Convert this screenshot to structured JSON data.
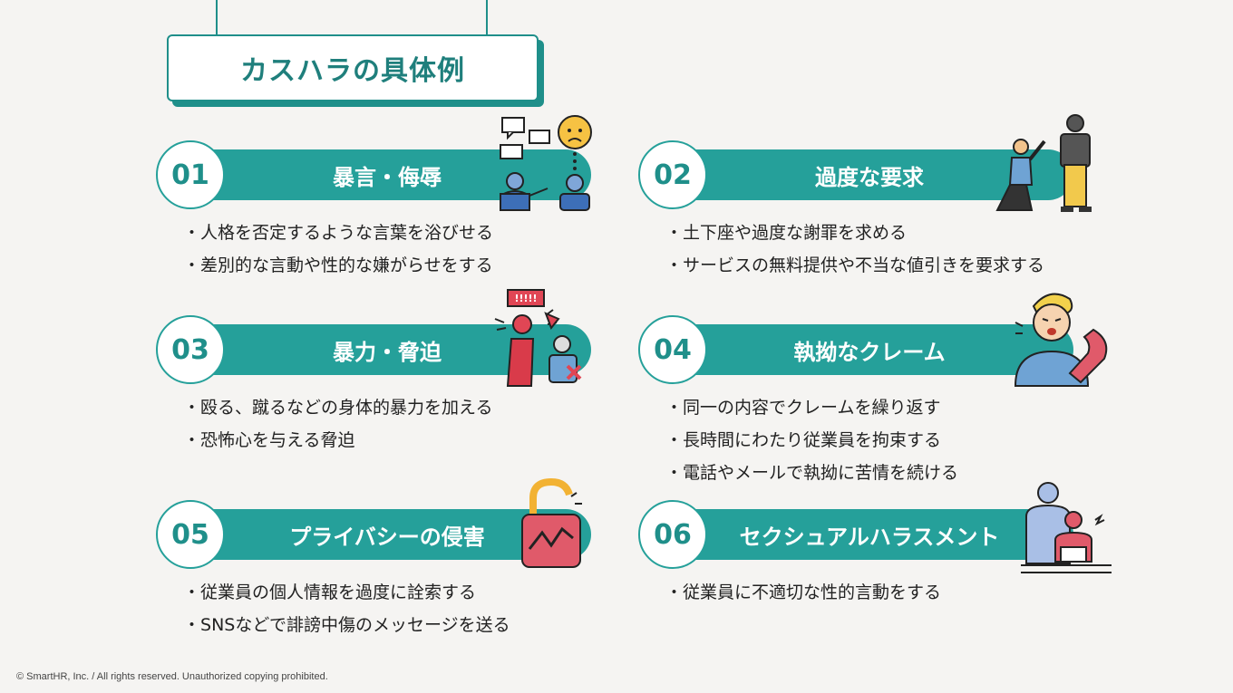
{
  "title": "カスハラの具体例",
  "cards": [
    {
      "number": "01",
      "heading": "暴言・侮辱",
      "items": [
        "人格を否定するような言葉を浴びせる",
        "差別的な言動や性的な嫌がらせをする"
      ],
      "icon": "speech-conflict-icon"
    },
    {
      "number": "02",
      "heading": "過度な要求",
      "items": [
        "土下座や過度な謝罪を求める",
        "サービスの無料提供や不当な値引きを要求する"
      ],
      "icon": "kneeling-apology-icon"
    },
    {
      "number": "03",
      "heading": "暴力・脅迫",
      "items": [
        "殴る、蹴るなどの身体的暴力を加える",
        "恐怖心を与える脅迫"
      ],
      "icon": "violence-icon"
    },
    {
      "number": "04",
      "heading": "執拗なクレーム",
      "items": [
        "同一の内容でクレームを繰り返す",
        "長時間にわたり従業員を拘束する",
        "電話やメールで執拗に苦情を続ける"
      ],
      "icon": "angry-phone-call-icon"
    },
    {
      "number": "05",
      "heading": "プライバシーの侵害",
      "items": [
        "従業員の個人情報を過度に詮索する",
        "SNSなどで誹謗中傷のメッセージを送る"
      ],
      "icon": "broken-lock-icon"
    },
    {
      "number": "06",
      "heading": "セクシュアルハラスメント",
      "items": [
        "従業員に不適切な性的言動をする"
      ],
      "icon": "harassment-icon"
    }
  ],
  "colors": {
    "accent": "#25a09a",
    "accent_dark": "#1f8f8a",
    "background": "#f5f4f2"
  },
  "footer": "© SmartHR, Inc. / All rights reserved. Unauthorized copying prohibited."
}
